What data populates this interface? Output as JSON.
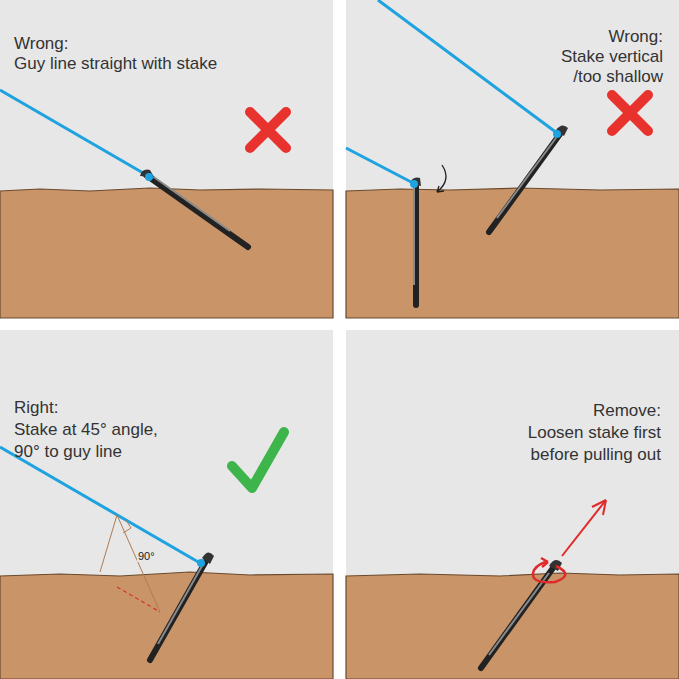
{
  "diagram": {
    "labels": [
      "Wrong:",
      "Guy line straight with stake",
      "Wrong:",
      "Stake vertical",
      "/too shallow",
      "Right:",
      "Stake at 45° angle,",
      "90° to guy line",
      "90°",
      "Remove:",
      "Loosen stake first",
      "before pulling out"
    ]
  }
}
